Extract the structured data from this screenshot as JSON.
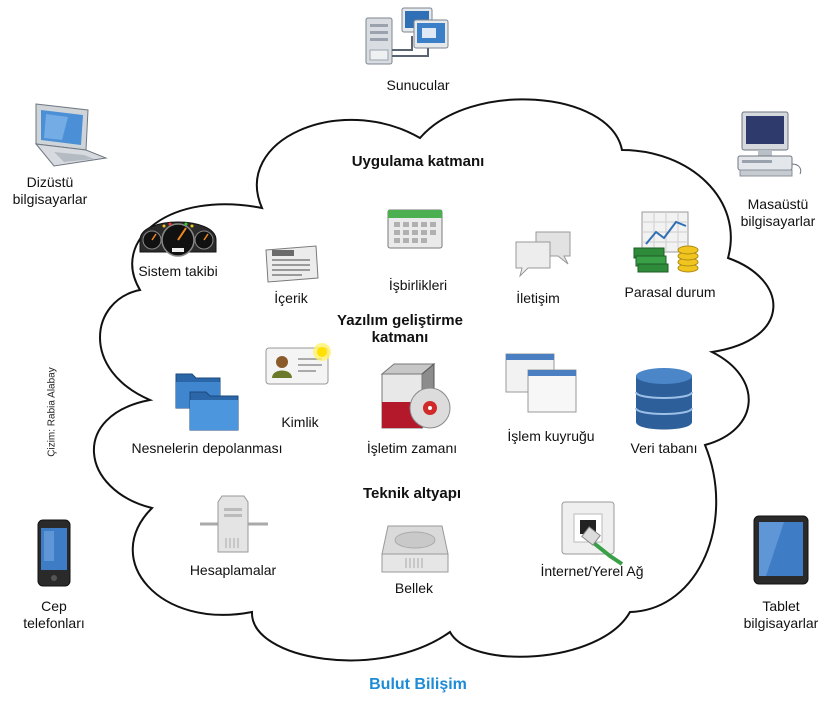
{
  "devices": {
    "servers": "Sunucular",
    "laptops_line1": "Dizüstü",
    "laptops_line2": "bilgisayarlar",
    "desktops_line1": "Masaüstü",
    "desktops_line2": "bilgisayarlar",
    "phones_line1": "Cep",
    "phones_line2": "telefonları",
    "tablets_line1": "Tablet",
    "tablets_line2": "bilgisayarlar"
  },
  "layers": {
    "application": "Uygulama katmanı",
    "platform_line1": "Yazılım geliştirme",
    "platform_line2": "katmanı",
    "infrastructure": "Teknik altyapı"
  },
  "items": {
    "monitoring": "Sistem takibi",
    "content": "İçerik",
    "collaboration": "İşbirlikleri",
    "communication": "İletişim",
    "finance": "Parasal durum",
    "identity": "Kimlik",
    "object_storage": "Nesnelerin depolanması",
    "runtime": "İşletim zamanı",
    "queue": "İşlem kuyruğu",
    "database": "Veri tabanı",
    "compute": "Hesaplamalar",
    "block_storage": "Bellek",
    "network": "İnternet/Yerel Ağ"
  },
  "credit": "Çizim: Rabia Alabay",
  "title": "Bulut Bilişim",
  "colors": {
    "title": "#1e8bd6",
    "cloud_stroke": "#111111"
  }
}
